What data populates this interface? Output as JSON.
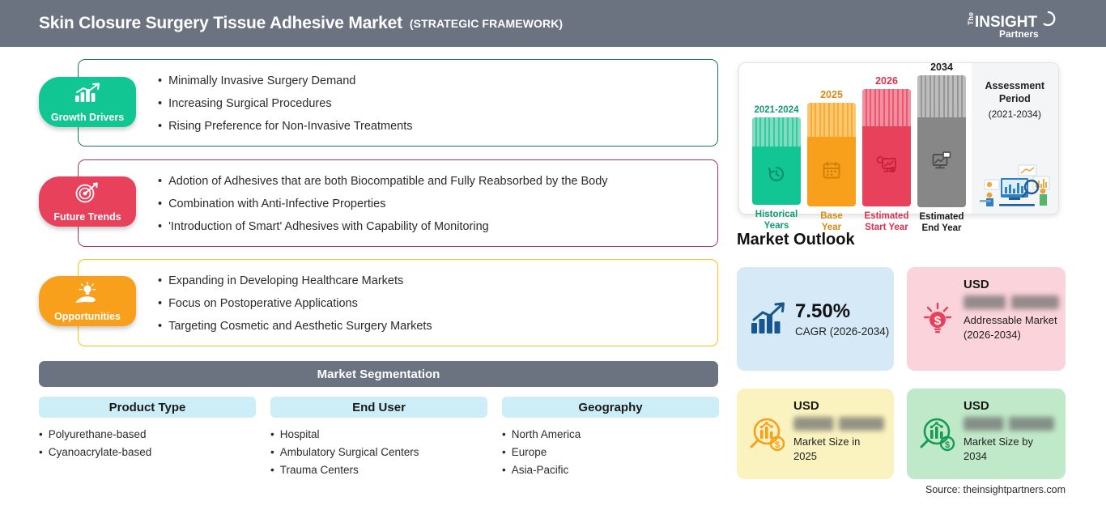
{
  "header": {
    "title": "Skin Closure Surgery Tissue Adhesive Market",
    "subtitle": "(STRATEGIC FRAMEWORK)",
    "logo_top": "The",
    "logo_main": "INSIGHT",
    "logo_sub": "Partners",
    "bg_color": "#6b7280"
  },
  "sections": [
    {
      "badge_label": "Growth Drivers",
      "icon": "bar-chart-growth-icon",
      "badge_color": "#12c693",
      "border_color": "#1c7a63",
      "bullets": [
        "Minimally Invasive Surgery Demand",
        "Increasing Surgical Procedures",
        "Rising Preference for Non-Invasive Treatments"
      ]
    },
    {
      "badge_label": "Future Trends",
      "icon": "target-dart-icon",
      "badge_color": "#e8415c",
      "border_color": "#b3375a",
      "bullets": [
        "Adotion of Adhesives that are both Biocompatible and Fully Reabsorbed by the Body",
        "Combination with Anti-Infective Properties",
        "'Introduction of Smart' Adhesives with Capability of Monitoring"
      ]
    },
    {
      "badge_label": "Opportunities",
      "icon": "lightbulb-hand-icon",
      "badge_color": "#f8a01c",
      "border_color": "#f5c518",
      "bullets": [
        "Expanding in Developing Healthcare Markets",
        "Focus on Postoperative Applications",
        "Targeting Cosmetic and Aesthetic Surgery Markets"
      ]
    }
  ],
  "segmentation": {
    "title": "Market Segmentation",
    "title_bg": "#6b7280",
    "header_bg": "#cdeef7",
    "columns": [
      {
        "header": "Product Type",
        "items": [
          "Polyurethane-based",
          "Cyanoacrylate-based"
        ]
      },
      {
        "header": "End User",
        "items": [
          "Hospital",
          "Ambulatory Surgical Centers",
          "Trauma Centers"
        ]
      },
      {
        "header": "Geography",
        "items": [
          "North America",
          "Europe",
          "Asia-Pacific"
        ]
      }
    ]
  },
  "assessment": {
    "panel_title_line1": "Assessment",
    "panel_title_line2": "Period",
    "panel_range": "(2021-2034)",
    "illustration": "business-analytics-illustration",
    "bars": [
      {
        "year": "2021-2024",
        "caption_line1": "Historical",
        "caption_line2": "Years",
        "color": "#12c693",
        "top_color": "#7fdcc0",
        "icon": "history-clock-icon",
        "height": 108
      },
      {
        "year": "2025",
        "caption_line1": "Base",
        "caption_line2": "Year",
        "color": "#f8a01c",
        "top_color": "#fbc871",
        "icon": "calendar-icon",
        "height": 128
      },
      {
        "year": "2026",
        "caption_line1": "Estimated",
        "caption_line2": "Start Year",
        "color": "#e8415c",
        "top_color": "#f18ea0",
        "icon": "forecast-chart-icon",
        "height": 145
      },
      {
        "year": "2034",
        "caption_line1": "Estimated",
        "caption_line2": "End Year",
        "color": "#878787",
        "top_color": "#bdbdbd",
        "icon": "presentation-screen-icon",
        "height": 163
      }
    ]
  },
  "market_outlook": {
    "title": "Market Outlook",
    "cards": [
      {
        "type": "cagr",
        "value": "7.50%",
        "label": "CAGR (2026-2034)",
        "icon": "bar-chart-arrow-icon",
        "bg": "#d6e9f7",
        "icon_color": "#17568f"
      },
      {
        "type": "value",
        "currency": "USD",
        "value_masked": "lorem ipsum",
        "label": "Addressable Market (2026-2034)",
        "icon": "lightbulb-dollar-icon",
        "bg": "#fbd3da",
        "icon_color": "#e8415c"
      },
      {
        "type": "value",
        "currency": "USD",
        "value_masked": "lorem ipsum",
        "label": "Market Size in 2025",
        "icon": "magnifier-chart-dollar-icon",
        "bg": "#fbf3bf",
        "icon_color": "#f8a01c"
      },
      {
        "type": "value",
        "currency": "USD",
        "value_masked": "lorem ipsum",
        "label": "Market Size by 2034",
        "icon": "magnifier-chart-dollar-icon",
        "bg": "#bfe9c8",
        "icon_color": "#169b54"
      }
    ]
  },
  "source": "Source: theinsightpartners.com"
}
